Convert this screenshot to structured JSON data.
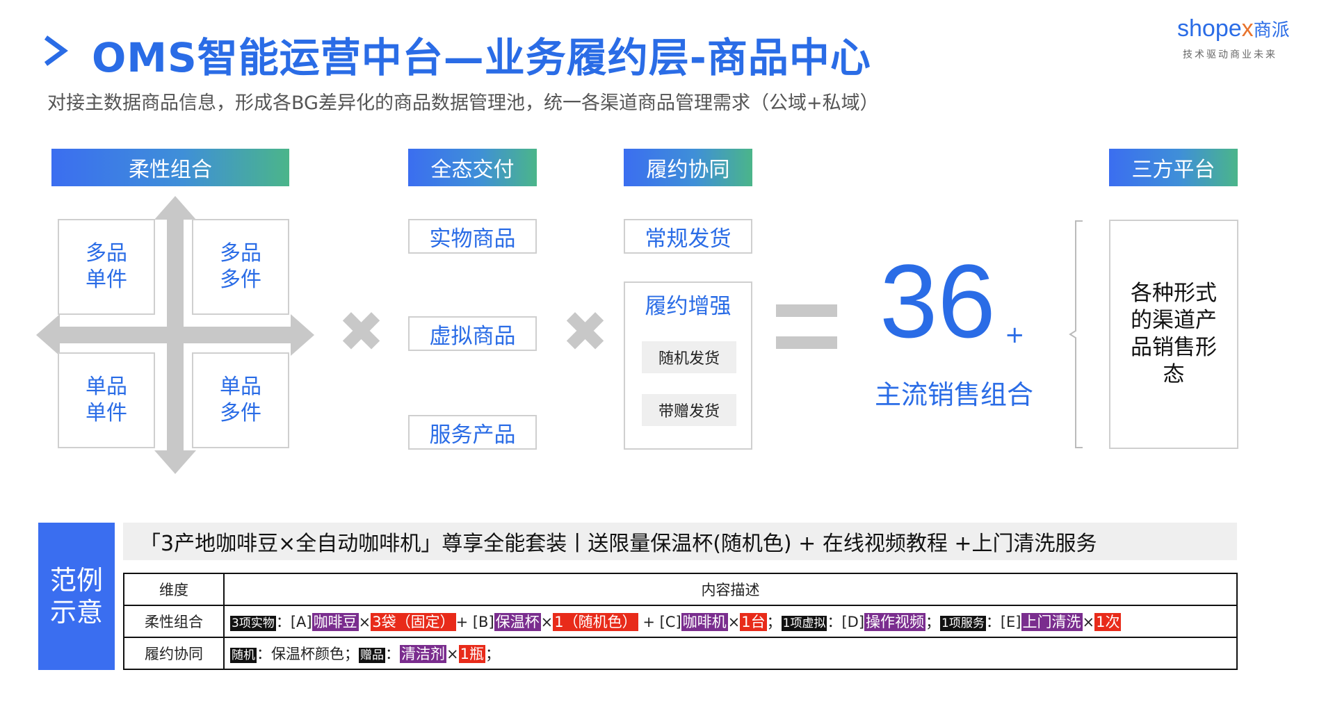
{
  "header": {
    "title": "OMS智能运营中台—业务履约层-商品中心",
    "subtitle": "对接主数据商品信息，形成各BG差异化的商品数据管理池，统一各渠道商品管理需求（公域+私域）"
  },
  "logo": {
    "main": "shope",
    "x": "x",
    "cn": "商派",
    "tagline": "技术驱动商业未来"
  },
  "sections": {
    "flex_combo": "柔性组合",
    "full_delivery": "全态交付",
    "fulfillment": "履约协同",
    "third_party": "三方平台"
  },
  "quadrants": {
    "tl": [
      "多品",
      "单件"
    ],
    "tr": [
      "多品",
      "多件"
    ],
    "bl": [
      "单品",
      "单件"
    ],
    "br": [
      "单品",
      "多件"
    ]
  },
  "delivery_items": [
    "实物商品",
    "虚拟商品",
    "服务产品"
  ],
  "fulfillment_items": {
    "regular": "常规发货",
    "enhance": "履约增强",
    "random": "随机发货",
    "gift": "带赠发货"
  },
  "operators": {
    "times": "✖"
  },
  "result": {
    "number": "36",
    "plus": "+",
    "label": "主流销售组合"
  },
  "platform": {
    "text_lines": [
      "各种形式",
      "的渠道产",
      "品销售形",
      "态"
    ]
  },
  "example": {
    "side_label": [
      "范例",
      "示意"
    ],
    "headline": "「3产地咖啡豆×全自动咖啡机」尊享全能套装丨送限量保温杯(随机色) + 在线视频教程 +上门清洗服务",
    "table": {
      "col1_header": "维度",
      "col2_header": "内容描述",
      "row1_label": "柔性组合",
      "row2_label": "履约协同",
      "r1": {
        "t1": "3项实物",
        "s1": "：[A]",
        "p1": "咖啡豆",
        "m1": "×",
        "r1": "3袋（固定）",
        "s2": "+ [B]",
        "p2": "保温杯",
        "m2": "×",
        "r2": "1（随机色）",
        "s3": " + [C]",
        "p3": "咖啡机",
        "m3": "×",
        "r3": "1台",
        "s4": "；",
        "t2": "1项虚拟",
        "s5": "：[D]",
        "p4": "操作视频",
        "s6": "；",
        "t3": "1项服务",
        "s7": "：[E]",
        "p5": "上门清洗",
        "m4": "×",
        "r4": "1次"
      },
      "r2": {
        "t1": "随机",
        "s1": "：保温杯颜色；",
        "t2": "赠品",
        "s2": "：",
        "p1": "清洁剂",
        "m1": "×",
        "r1": "1瓶",
        "s3": "；"
      }
    }
  },
  "colors": {
    "accent_blue": "#2a6ce6",
    "gradient_green": "#4bb58a",
    "gray_arrow": "#c8c8c8",
    "purple_tag": "#7a2d8e",
    "red_tag": "#e82b1a"
  }
}
